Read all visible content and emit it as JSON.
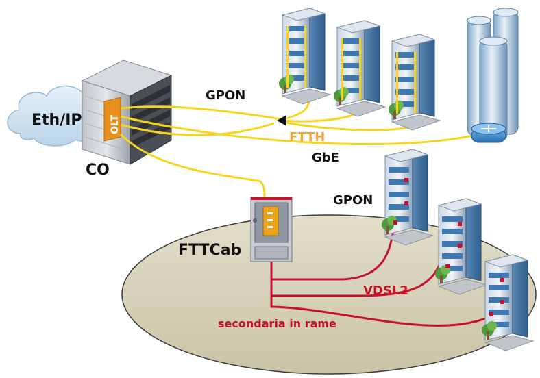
{
  "labels": {
    "cloud": "Eth/IP",
    "olt": "OLT",
    "co": "CO",
    "gpon_top": "GPON",
    "ftth": "FTTH",
    "gbe": "GbE",
    "gpon_mid": "GPON",
    "fttcab": "FTTCab",
    "vdsl2": "VDSL2",
    "secondaria": "secondaria in rame"
  },
  "colors": {
    "fiber": "#f5d51d",
    "copper": "#c8102e",
    "ftth_label": "#f2a53a",
    "olt": "#e8901e",
    "ellipse_fill": "#d6d1b8",
    "cloud": "#d3e6f5"
  }
}
